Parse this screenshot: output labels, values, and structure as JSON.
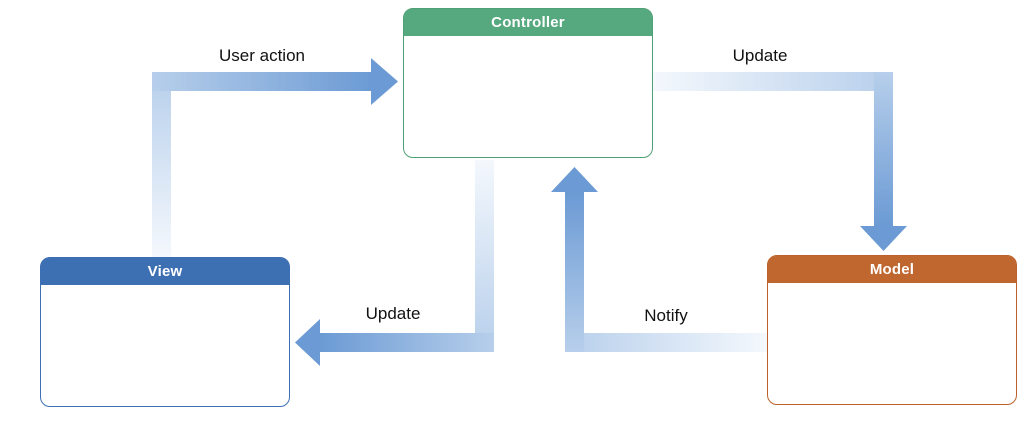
{
  "nodes": {
    "controller": {
      "label": "Controller",
      "color": "#56a87f"
    },
    "view": {
      "label": "View",
      "color": "#3d6fb3"
    },
    "model": {
      "label": "Model",
      "color": "#c0662f"
    }
  },
  "edges": {
    "user_action": {
      "label": "User action",
      "from": "View",
      "to": "Controller"
    },
    "update_model": {
      "label": "Update",
      "from": "Controller",
      "to": "Model"
    },
    "update_view": {
      "label": "Update",
      "from": "Controller",
      "to": "View"
    },
    "notify": {
      "label": "Notify",
      "from": "Model",
      "to": "Controller"
    }
  },
  "arrow_gradient": {
    "start": "#f4f8fd",
    "mid": "#b7cfeb",
    "end": "#6b9ad4"
  }
}
